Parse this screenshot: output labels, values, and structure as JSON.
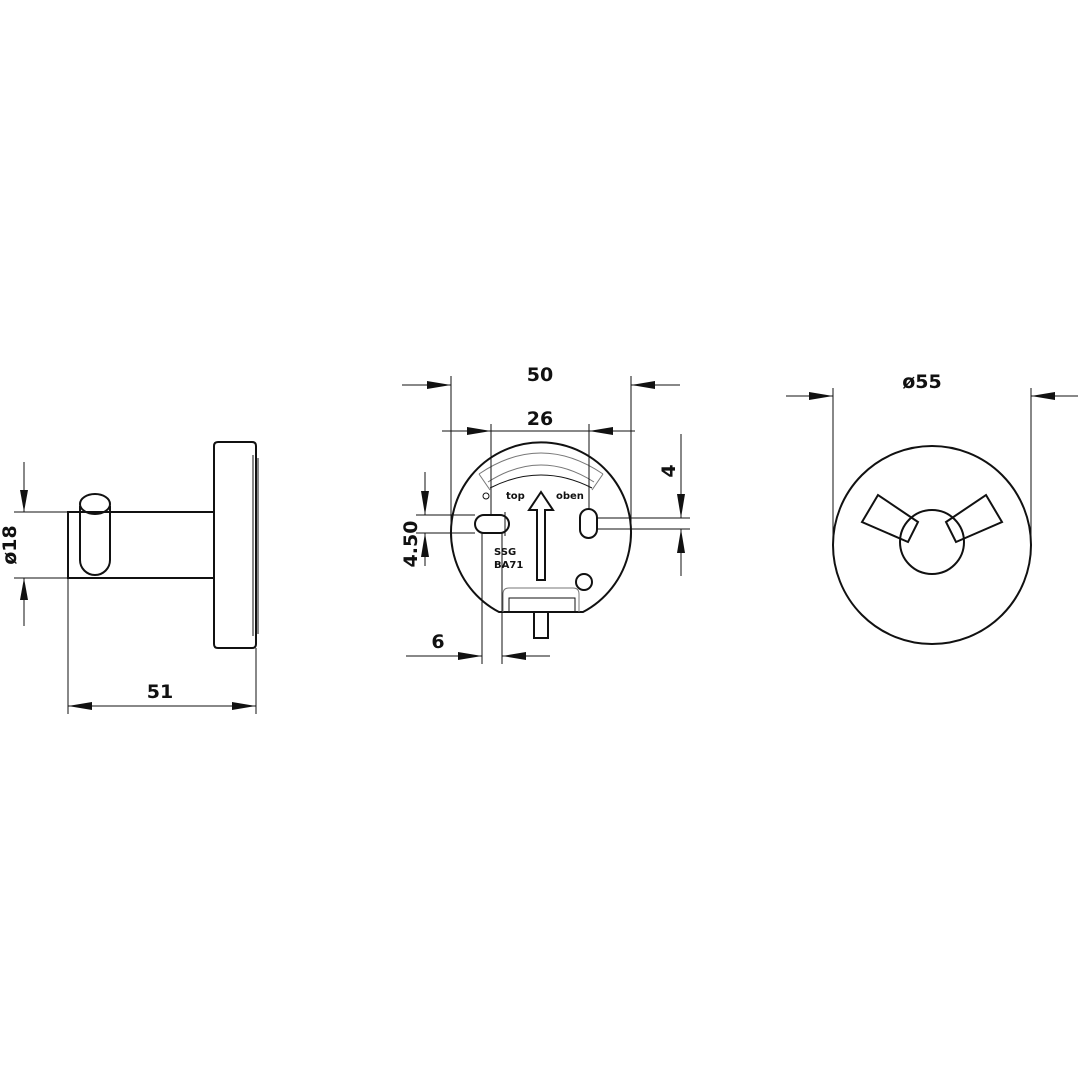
{
  "side_view": {
    "diameter_label": "ø18",
    "depth_label": "51"
  },
  "back_view": {
    "width_label": "50",
    "slot_spacing_label": "26",
    "offset_label": "4",
    "slot_height_label": "4.50",
    "slot_width_label": "6",
    "text_top": "top",
    "text_oben": "oben",
    "text_code1": "SSG",
    "text_code2": "BA71"
  },
  "front_view": {
    "diameter_label": "ø55"
  },
  "colors": {
    "line": "#111111",
    "background": "#ffffff"
  }
}
